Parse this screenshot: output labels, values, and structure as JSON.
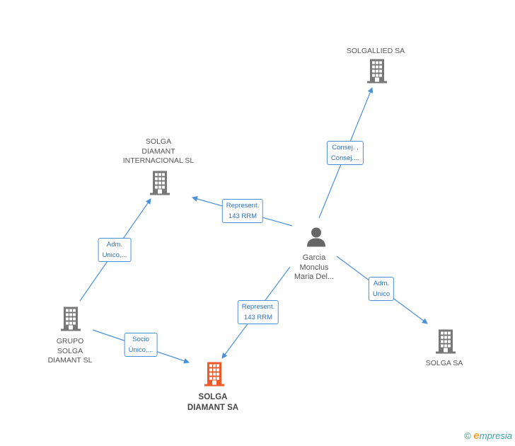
{
  "colors": {
    "edge": "#4a90d9",
    "building": "#777777",
    "building_main": "#ee5a2a",
    "person": "#666666"
  },
  "nodes": [
    {
      "id": "solgallied",
      "lines": [
        "SOLGALLIED SA"
      ],
      "icon": "building-icon",
      "main": false
    },
    {
      "id": "sdi",
      "lines": [
        "SOLGA",
        "DIAMANT",
        "INTERNACIONAL SL"
      ],
      "icon": "building-icon",
      "main": false
    },
    {
      "id": "garcia",
      "lines": [
        "Garcia",
        "Monclus",
        "Maria Del..."
      ],
      "icon": "person-icon",
      "main": false
    },
    {
      "id": "grupo",
      "lines": [
        "GRUPO",
        "SOLGA",
        "DIAMANT SL"
      ],
      "icon": "building-icon",
      "main": false
    },
    {
      "id": "sds",
      "lines": [
        "SOLGA",
        "DIAMANT SA"
      ],
      "icon": "building-icon",
      "main": true
    },
    {
      "id": "solgasa",
      "lines": [
        "SOLGA SA"
      ],
      "icon": "building-icon",
      "main": false
    }
  ],
  "relations": [
    {
      "id": "garcia-solgallied",
      "lines": [
        "Consej. ,",
        "Consej...."
      ]
    },
    {
      "id": "garcia-sdi",
      "lines": [
        "Represent.",
        "143 RRM"
      ]
    },
    {
      "id": "grupo-sdi",
      "lines": [
        "Adm.",
        "Unico,..."
      ]
    },
    {
      "id": "garcia-sds",
      "lines": [
        "Represent.",
        "143 RRM"
      ]
    },
    {
      "id": "grupo-sds",
      "lines": [
        "Socio",
        "Único,..."
      ]
    },
    {
      "id": "garcia-solgasa",
      "lines": [
        "Adm.",
        "Unico"
      ]
    }
  ],
  "footer": {
    "copyright": "©",
    "brand_initial": "e",
    "brand_rest": "mpresia"
  }
}
